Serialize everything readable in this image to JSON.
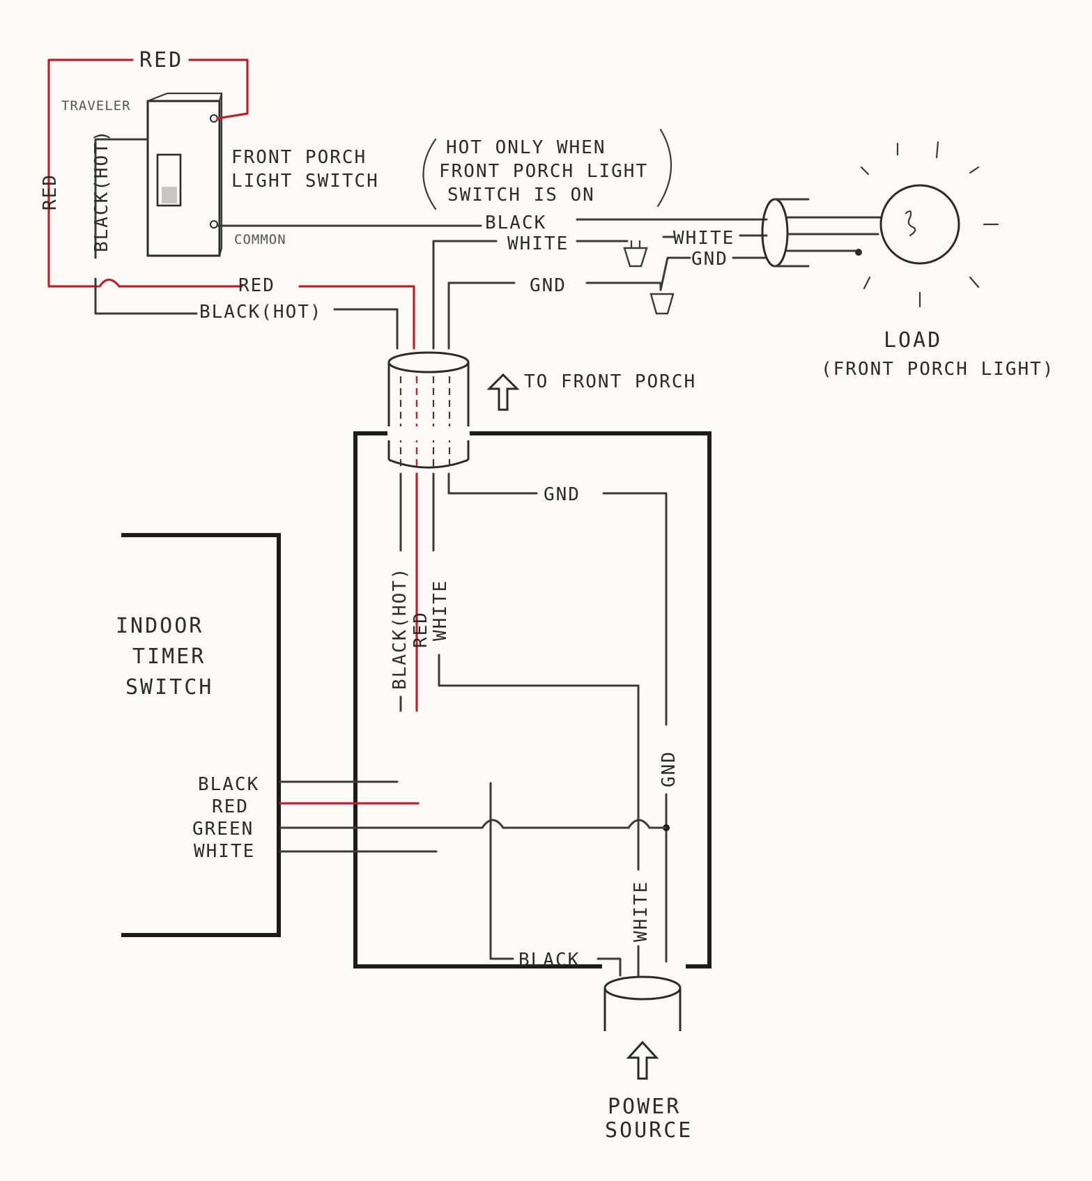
{
  "labels": {
    "red_top": "RED",
    "traveler": "TRAVELER",
    "red_left": "RED",
    "black_hot_vertical": "BLACK(HOT)",
    "switch_line1": "FRONT PORCH",
    "switch_line2": "LIGHT SWITCH",
    "common": "COMMON",
    "note_line1": "HOT ONLY WHEN",
    "note_line2": "FRONT PORCH LIGHT",
    "note_line3": "SWITCH IS ON",
    "black_top": "BLACK",
    "white_top": "WHITE",
    "white_right": "WHITE",
    "gnd_right": "GND",
    "gnd_mid": "GND",
    "red_mid": "RED",
    "black_hot_mid": "BLACK(HOT)",
    "load_line1": "LOAD",
    "load_line2": "(FRONT PORCH LIGHT)",
    "to_front_porch": "TO FRONT PORCH",
    "gnd_box_top": "GND",
    "black_hot_box": "BLACK(HOT)",
    "red_box": "RED",
    "white_box": "WHITE",
    "timer_line1": "INDOOR",
    "timer_line2": "TIMER",
    "timer_line3": "SWITCH",
    "timer_black": "BLACK",
    "timer_red": "RED",
    "timer_green": "GREEN",
    "timer_white": "WHITE",
    "gnd_box_right": "GND",
    "white_box_bottom": "WHITE",
    "black_box_bottom": "BLACK",
    "power_line1": "POWER",
    "power_line2": "SOURCE"
  },
  "colors": {
    "wire": "#3a3a3a",
    "red_wire": "#c0202e",
    "paper": "#fbfaf6"
  }
}
